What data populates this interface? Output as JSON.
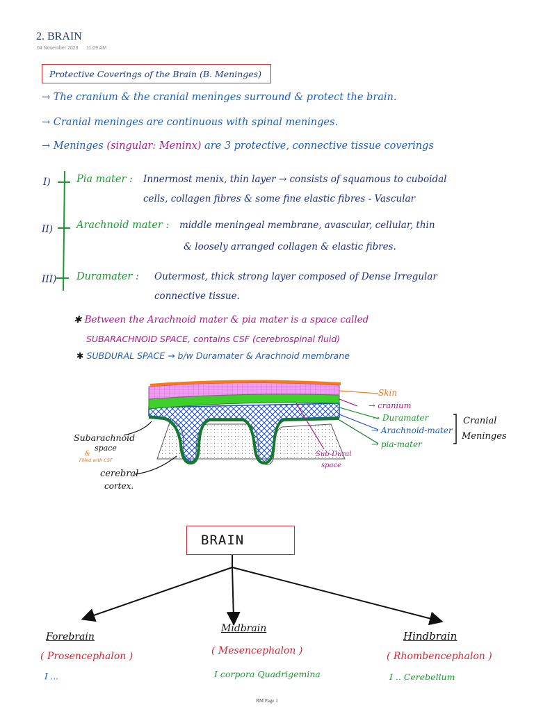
{
  "header": {
    "title": "2. BRAIN",
    "date": "04 November 2023",
    "time": "11:09 AM"
  },
  "heading": "Protective Coverings of the Brain (B. Meninges)",
  "intro_lines": [
    "The cranium & the cranial meninges surround & protect the brain.",
    "Cranial meninges are continuous with spinal meninges."
  ],
  "meninges_line": {
    "prefix": "Meninges",
    "paren_open": "(",
    "singular": "singular: Meninx",
    "paren_close": ")",
    "suffix": "are 3 protective, connective tissue coverings"
  },
  "layers": [
    {
      "numeral": "I)",
      "name": "Pia mater :",
      "line1": "Innermost menix, thin layer → consists of squamous to cuboidal",
      "line2": "cells, collagen fibres & some fine elastic fibres - Vascular"
    },
    {
      "numeral": "II)",
      "name": "Arachnoid mater :",
      "line1": "middle meningeal membrane, avascular, cellular, thin",
      "line2": "& loosely arranged collagen & elastic fibres."
    },
    {
      "numeral": "III)",
      "name": "Duramater :",
      "line1": "Outermost, thick strong layer composed of Dense Irregular",
      "line2": "connective tissue."
    }
  ],
  "spaces": {
    "bullet": "✱",
    "sub_line1": "Between the Arachnoid mater & pia mater is a space called",
    "sub_line2": "SUBARACHNOID SPACE, contains CSF (cerebrospinal fluid)",
    "subdural": "SUBDURAL SPACE → b/w Duramater & Arachnoid membrane"
  },
  "diagram": {
    "labels": {
      "skin": "Skin",
      "cranium": "cranium",
      "duramater": "Duramater",
      "arachnoid": "Arachnoid-mater",
      "pia": "pia-mater",
      "cranial": "Cranial",
      "meninges": "Meninges",
      "subarachnoid1": "Subarachnoid",
      "subarachnoid2": "space",
      "amp": "&",
      "filled": "Filled with CSF",
      "cerebral1": "cerebral",
      "cerebral2": "cortex.",
      "subdural1": "Sub-Dural",
      "subdural2": "space"
    },
    "colors": {
      "skin": "#f97818",
      "cranium": "#e996ef",
      "dura": "#3fcf2b",
      "arachnoid": "#1f4fc4",
      "pia": "#137a2a",
      "magenta": "#b4158c"
    }
  },
  "tree": {
    "root": "BRAIN",
    "branches": [
      {
        "name": "Forebrain",
        "latin": "( Prosencephalon )",
        "partial": "I  ..."
      },
      {
        "name": "Midbrain",
        "latin": "( Mesencephalon )",
        "partial": "I  corpora Quadrigemina"
      },
      {
        "name": "Hindbrain",
        "latin": "( Rhombencephalon )",
        "partial": "I  ..  Cerebellum"
      }
    ]
  },
  "footer": "RM Page 1"
}
